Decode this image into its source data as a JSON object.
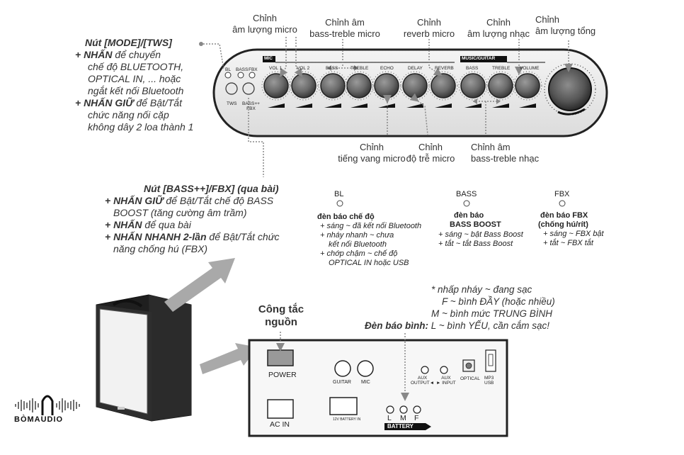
{
  "top_panel": {
    "mic_tag": "MIC",
    "music_tag": "MUSIC/GUITAR",
    "small_labels": [
      "BL",
      "BASS",
      "FBX"
    ],
    "btn_tws": "TWS",
    "btn_bass": "BASS++\nFBX",
    "knob_labels": [
      "VOL 1",
      "VOL 2",
      "BASS",
      "TREBLE",
      "ECHO",
      "DELAY",
      "REVERB",
      "BASS",
      "TREBLE",
      "VOLUME"
    ]
  },
  "callouts_top": [
    "Chỉnh\nâm lượng micro",
    "Chỉnh âm\nbass-treble micro",
    "Chỉnh\nreverb micro",
    "Chỉnh\nâm lượng nhạc",
    "Chỉnh\nâm lượng tổng"
  ],
  "callouts_bottom": [
    "Chỉnh\ntiếng vang micro",
    "Chỉnh\nđộ trễ micro",
    "Chỉnh âm\nbass-treble nhạc"
  ],
  "mode_block": {
    "title": "Nút [MODE]/[TWS]",
    "line1_b": "+ NHẤN",
    "line1_r": " để chuyển",
    "line2": "chế độ BLUETOOTH,",
    "line3": "OPTICAL IN, ... hoặc",
    "line4": "ngắt kết nối Bluetooth",
    "line5_b": "+ NHẤN GIỮ",
    "line5_r": " để Bật/Tắt",
    "line6": "chức năng nối cặp",
    "line7": "không dây 2 loa thành 1"
  },
  "bass_block": {
    "title": "Nút [BASS++]/FBX] (qua bài)",
    "l1_b": "+ NHẤN GIỮ",
    "l1_r": " để Bật/Tắt chế độ BASS",
    "l2": "BOOST (tăng cường âm trầm)",
    "l3_b": "+ NHẤN",
    "l3_r": " để qua bài",
    "l4_b": "+ NHẤN NHANH 2-lần",
    "l4_r": " để Bật/Tắt chức",
    "l5": "năng chống hú (FBX)"
  },
  "indicators": {
    "bl": {
      "label": "BL",
      "title": "đèn báo chế độ",
      "lines": [
        "+ sáng ~ đã kết nối Bluetooth",
        "+ nháy nhanh ~ chưa",
        "kết nối Bluetooth",
        "+ chớp chậm ~ chế độ",
        "OPTICAL IN hoặc USB"
      ]
    },
    "bass": {
      "label": "BASS",
      "title1": "đèn báo",
      "title2": "BASS BOOST",
      "lines": [
        "+ sáng ~ bật Bass Boost",
        "+ tắt ~ tắt Bass Boost"
      ]
    },
    "fbx": {
      "label": "FBX",
      "title1": "đèn báo FBX",
      "title2": "(chống hú/rít)",
      "lines": [
        "+ sáng ~ FBX bật",
        "+ tắt ~ FBX tắt"
      ]
    }
  },
  "battery_note": {
    "l1": "* nhấp nháy ~ đang sạc",
    "l2": "F ~ bình ĐẦY (hoặc nhiều)",
    "l3": "M ~ bình mức TRUNG BÌNH",
    "l4_b": "Đèn báo bình:",
    "l4_r": " L ~ bình YẾU, cần cắm sạc!"
  },
  "power_switch": {
    "title1": "Công tắc",
    "title2": "nguồn"
  },
  "rear_panel": {
    "power": "POWER",
    "ac_in": "AC IN",
    "guitar": "GUITAR",
    "mic": "MIC",
    "aux_out": "AUX\nOUTPUT◄",
    "aux_in": "AUX\n► INPUT",
    "optical": "OPTICAL",
    "mp3": "MP3\nUSB",
    "batt_in": "12V BATTERY IN",
    "lmf": [
      "L",
      "M",
      "F"
    ],
    "battery": "BATTERY"
  },
  "logo": {
    "text": "BÒMAUDIO"
  }
}
